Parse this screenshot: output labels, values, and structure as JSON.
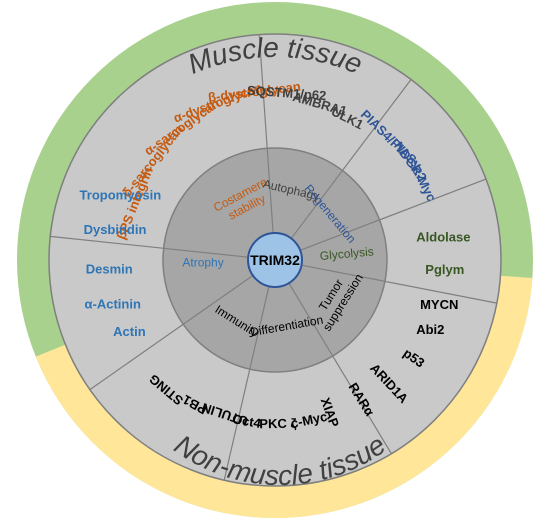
{
  "outer_ring": {
    "muscle_label": "Muscle tissue",
    "nonmuscle_label": "Non-muscle tissue",
    "muscle_color": "#a9d18e",
    "nonmuscle_color": "#ffe699"
  },
  "center": {
    "label": "TRIM32",
    "fill": "#9dc3e6",
    "stroke": "#2f5597"
  },
  "wedge_fill": "#c9c9c9",
  "inner_fill": "#a6a6a6",
  "categories": [
    {
      "id": "costamere",
      "label": "Costamere stability",
      "color": "#c55a11",
      "items": [
        "β-dystroglycan",
        "α-dystroglycan",
        "α-sarcoglycan",
        "δ-sarcoglycan",
        "βPS integrin"
      ]
    },
    {
      "id": "autophagy",
      "label": "Autophagy",
      "color": "#404040",
      "items": [
        "SQSTM1/p62",
        "AMBRA1",
        "ULK1"
      ]
    },
    {
      "id": "regeneration",
      "label": "Regeneration",
      "color": "#2f5597",
      "items": [
        "PIAS4/PIASy",
        "NDGR2",
        "c-Myc"
      ]
    },
    {
      "id": "glycolysis",
      "label": "Glycolysis",
      "color": "#385723",
      "items": [
        "Aldolase",
        "Pglym"
      ]
    },
    {
      "id": "tumor",
      "label": "Tumor suppression",
      "color": "#000000",
      "items": [
        "MYCN",
        "Abi2",
        "p53",
        "ARID1A",
        "RARα",
        "XIAP"
      ]
    },
    {
      "id": "differentiation",
      "label": "Differentiation",
      "color": "#000000",
      "items": [
        "c-Myc",
        "PKC ζ",
        "Oct4"
      ]
    },
    {
      "id": "immunity",
      "label": "Immunity",
      "color": "#000000",
      "items": [
        "UTULIN",
        "PB1",
        "STING"
      ]
    },
    {
      "id": "atrophy",
      "label": "Atrophy",
      "color": "#2e75b6",
      "items": [
        "Actin",
        "α-Actinin",
        "Desmin",
        "Dysbindin",
        "Tropomyosin"
      ]
    }
  ]
}
